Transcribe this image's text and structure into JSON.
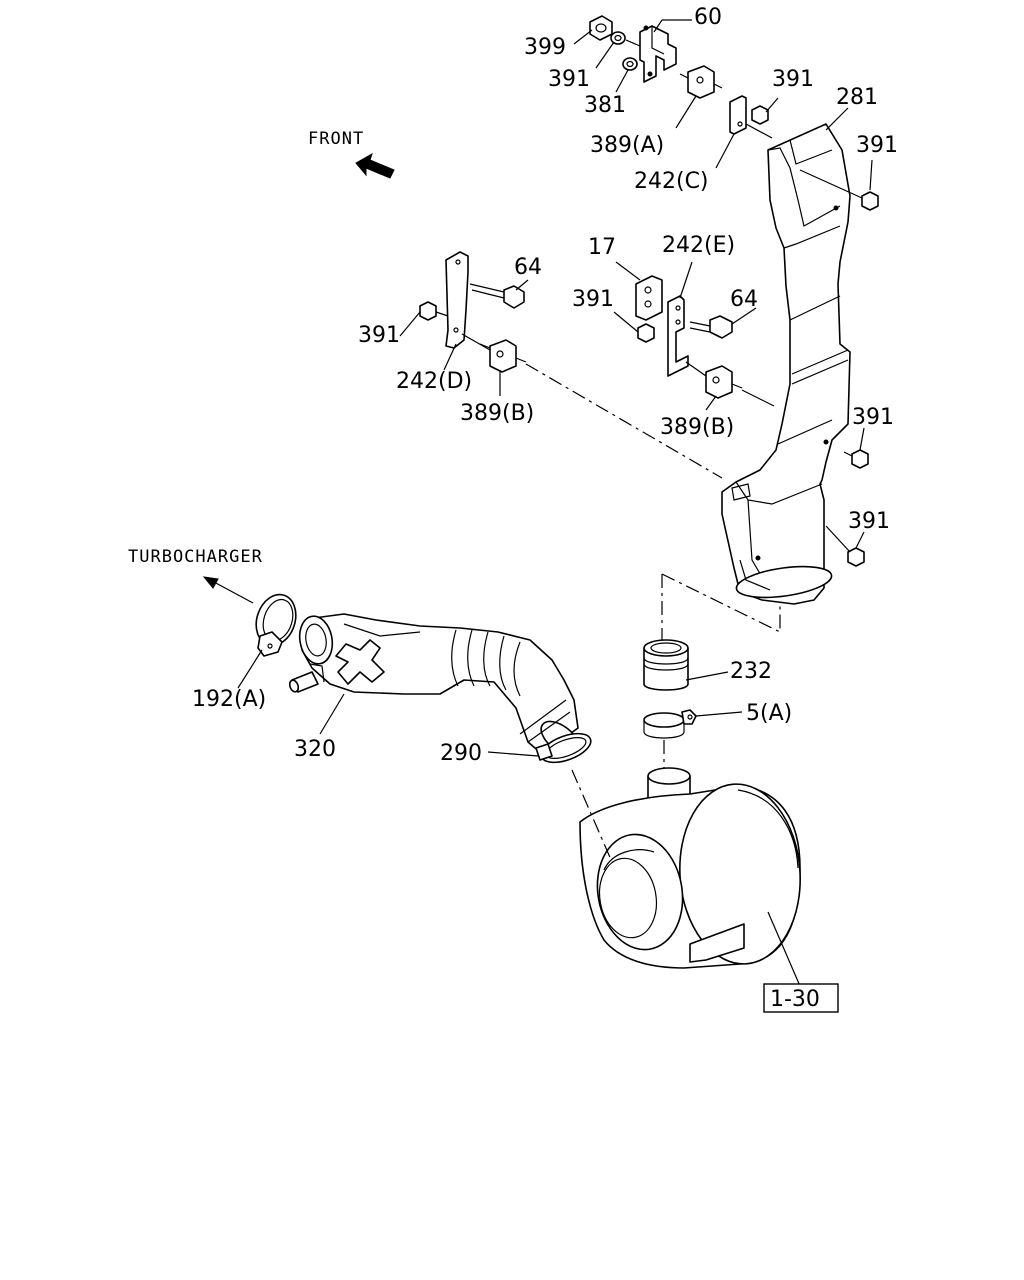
{
  "direction_labels": {
    "front": "FRONT",
    "turbocharger": "TURBOCHARGER"
  },
  "callouts": {
    "c60": "60",
    "c399": "399",
    "c391_a": "391",
    "c381": "381",
    "c389a": "389(A)",
    "c391_b": "391",
    "c242c": "242(C)",
    "c281": "281",
    "c391_c": "391",
    "c17": "17",
    "c242e": "242(E)",
    "c64_a": "64",
    "c391_d": "391",
    "c64_b": "64",
    "c391_e": "391",
    "c242d": "242(D)",
    "c389b_a": "389(B)",
    "c389b_b": "389(B)",
    "c391_f": "391",
    "c391_g": "391",
    "c232": "232",
    "c5a": "5(A)",
    "c192a": "192(A)",
    "c320": "320",
    "c290": "290"
  },
  "reference_box": "1-30"
}
